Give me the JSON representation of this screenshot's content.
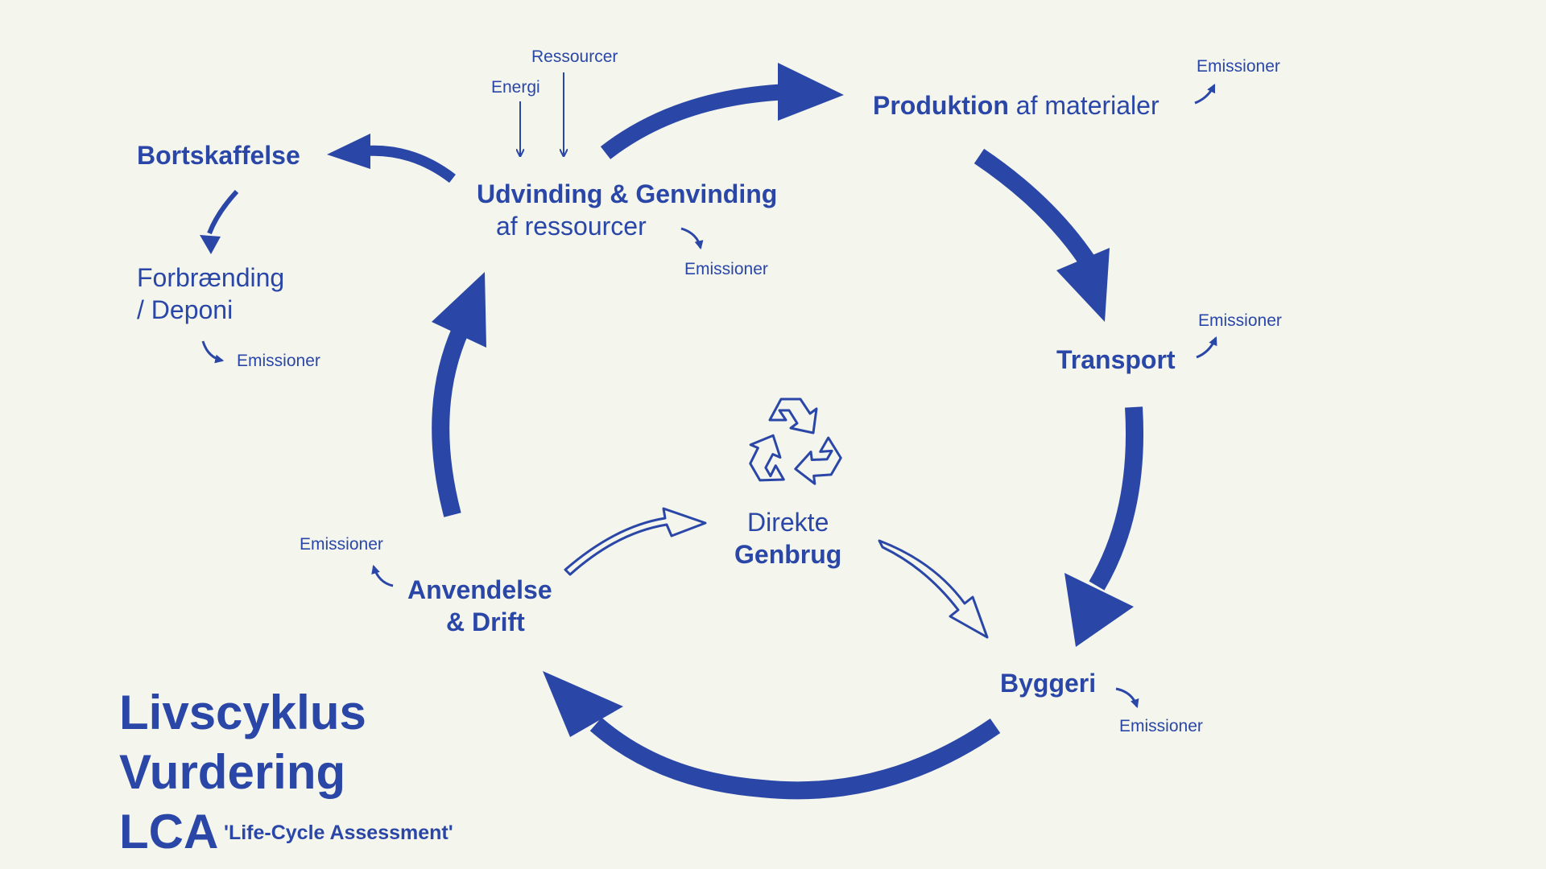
{
  "stages": {
    "extraction_line1": "Udvinding & Genvinding",
    "extraction_line2": "af ressourcer",
    "production_bold": "Produktion",
    "production_rest": " af materialer",
    "transport": "Transport",
    "construction": "Byggeri",
    "use_line1": "Anvendelse",
    "use_line2": "& Drift",
    "disposal": "Bortskaffelse",
    "incineration_line1": "Forbrænding",
    "incineration_line2": "/ Deponi",
    "reuse_line1": "Direkte",
    "reuse_line2": "Genbrug"
  },
  "inputs": {
    "energy": "Energi",
    "resources": "Ressourcer"
  },
  "emissions_label": "Emissioner",
  "title": {
    "line1": "Livscyklus",
    "line2": "Vurdering",
    "line3": "LCA",
    "subtitle": "'Life-Cycle Assessment'"
  },
  "colors": {
    "accent": "#2a47a8",
    "background": "#f4f5ec"
  },
  "icons": {
    "recycle": "recycle-icon"
  }
}
